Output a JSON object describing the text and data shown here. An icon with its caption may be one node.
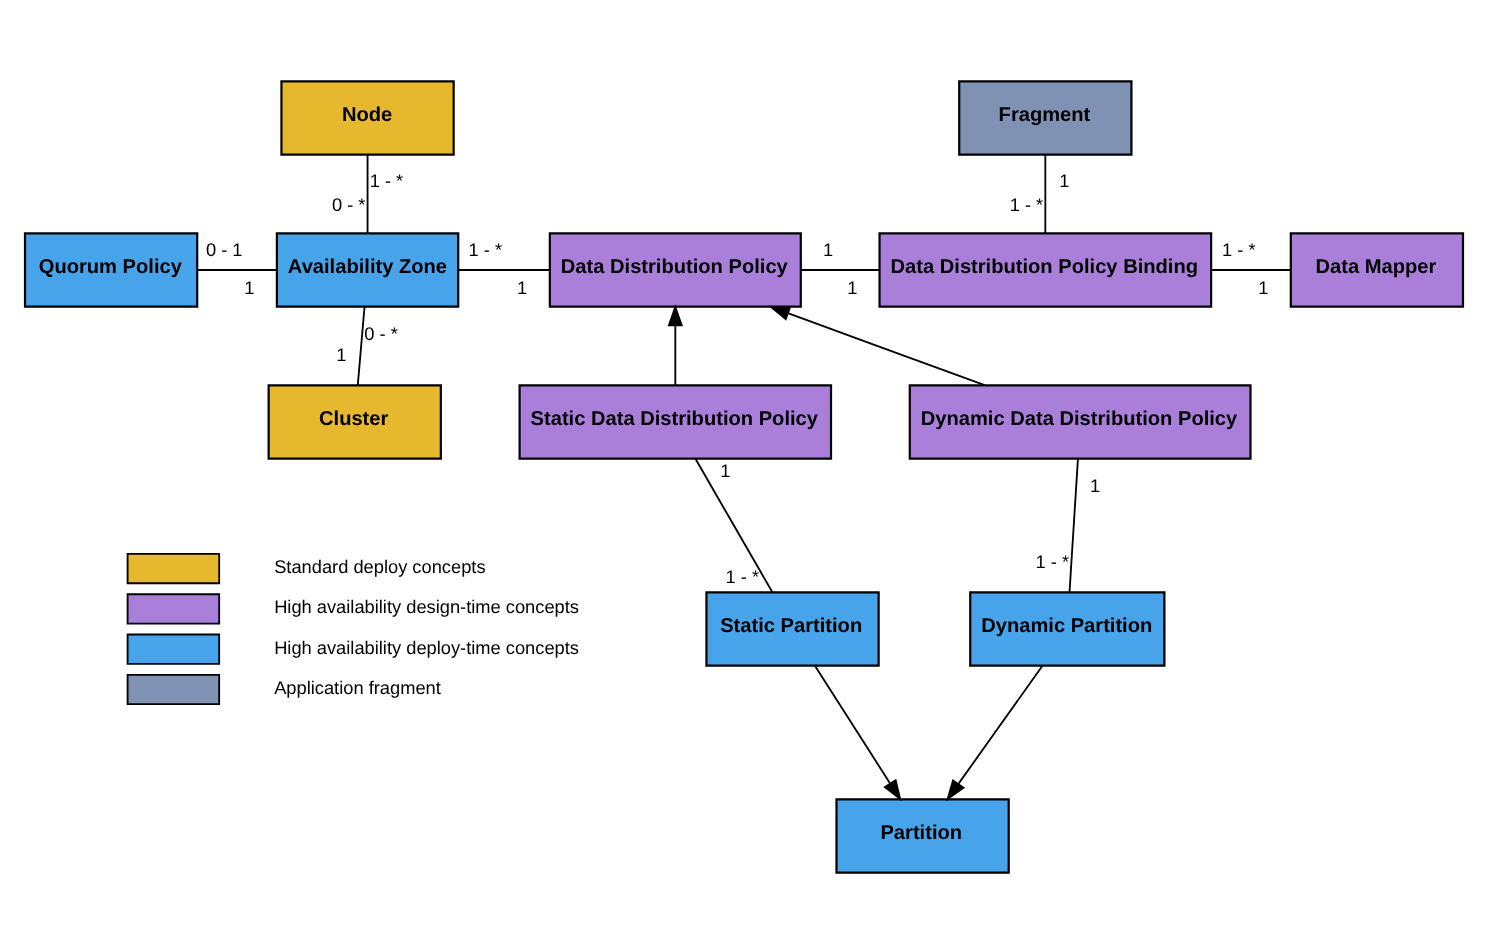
{
  "diagram": {
    "nodes": [
      {
        "text": [
          "Node"
        ]
      },
      {
        "text": [
          "Fragment"
        ]
      },
      {
        "text": [
          "Quorum Policy"
        ]
      },
      {
        "text": [
          "Availability Zone"
        ]
      },
      {
        "text": [
          "Data Distribution Policy"
        ]
      },
      {
        "text": [
          "Data Distribution Policy Binding"
        ]
      },
      {
        "text": [
          "Data Mapper"
        ]
      },
      {
        "text": [
          "Cluster"
        ]
      },
      {
        "text": [
          "Static Data Distribution Policy"
        ]
      },
      {
        "text": [
          "Dynamic Data Distribution Policy"
        ]
      },
      {
        "text": [
          "Static Partition"
        ]
      },
      {
        "text": [
          "Dynamic Partition"
        ]
      },
      {
        "text": [
          "Partition"
        ]
      }
    ],
    "edges": [
      {
        "from": 0,
        "to": 3,
        "arrow": "none"
      },
      {
        "from": 2,
        "to": 3,
        "arrow": "none"
      },
      {
        "from": 3,
        "to": 4,
        "arrow": "none"
      },
      {
        "from": 4,
        "to": 5,
        "arrow": "none"
      },
      {
        "from": 1,
        "to": 5,
        "arrow": "none"
      },
      {
        "from": 5,
        "to": 6,
        "arrow": "none"
      },
      {
        "from": 3,
        "to": 7,
        "arrow": "none"
      },
      {
        "from": 8,
        "to": 4,
        "arrow": "to"
      },
      {
        "from": 9,
        "to": 4,
        "arrow": "to"
      },
      {
        "from": 8,
        "to": 10,
        "arrow": "none"
      },
      {
        "from": 9,
        "to": 11,
        "arrow": "none"
      },
      {
        "from": 10,
        "to": 12,
        "arrow": "to"
      },
      {
        "from": 11,
        "to": 12,
        "arrow": "to"
      }
    ],
    "labels": [
      "1 - *",
      "1",
      "0 - *",
      "1 - *",
      "0 - 1",
      "1",
      "1 - *",
      "1",
      "1",
      "1",
      "1 - *",
      "1",
      "0 - *",
      "1",
      "1",
      "1",
      "1 - *",
      "1 - *"
    ],
    "legend": [
      {
        "text": "Standard deploy concepts",
        "color": "#e6b82e"
      },
      {
        "text": "High availability design-time concepts",
        "color": "#a97fda"
      },
      {
        "text": "High availability deploy-time concepts",
        "color": "#47a3ea"
      },
      {
        "text": "Application fragment",
        "color": "#7f92b3"
      }
    ]
  }
}
